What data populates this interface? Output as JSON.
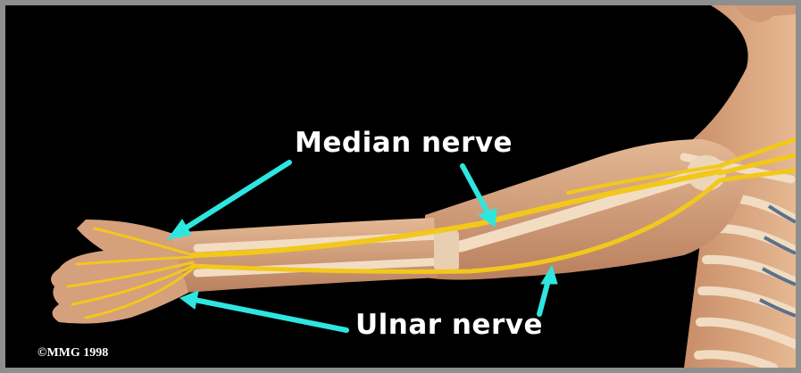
{
  "labels": {
    "median": "Median nerve",
    "ulnar": "Ulnar nerve"
  },
  "copyright": "©MMG 1998",
  "colors": {
    "background": "#000000",
    "frame": "#8e8e8e",
    "skin": "#d9a883",
    "bone": "#f0dcc0",
    "nerve": "#f2c81c",
    "arrow": "#2ee6e0",
    "text": "#ffffff"
  }
}
